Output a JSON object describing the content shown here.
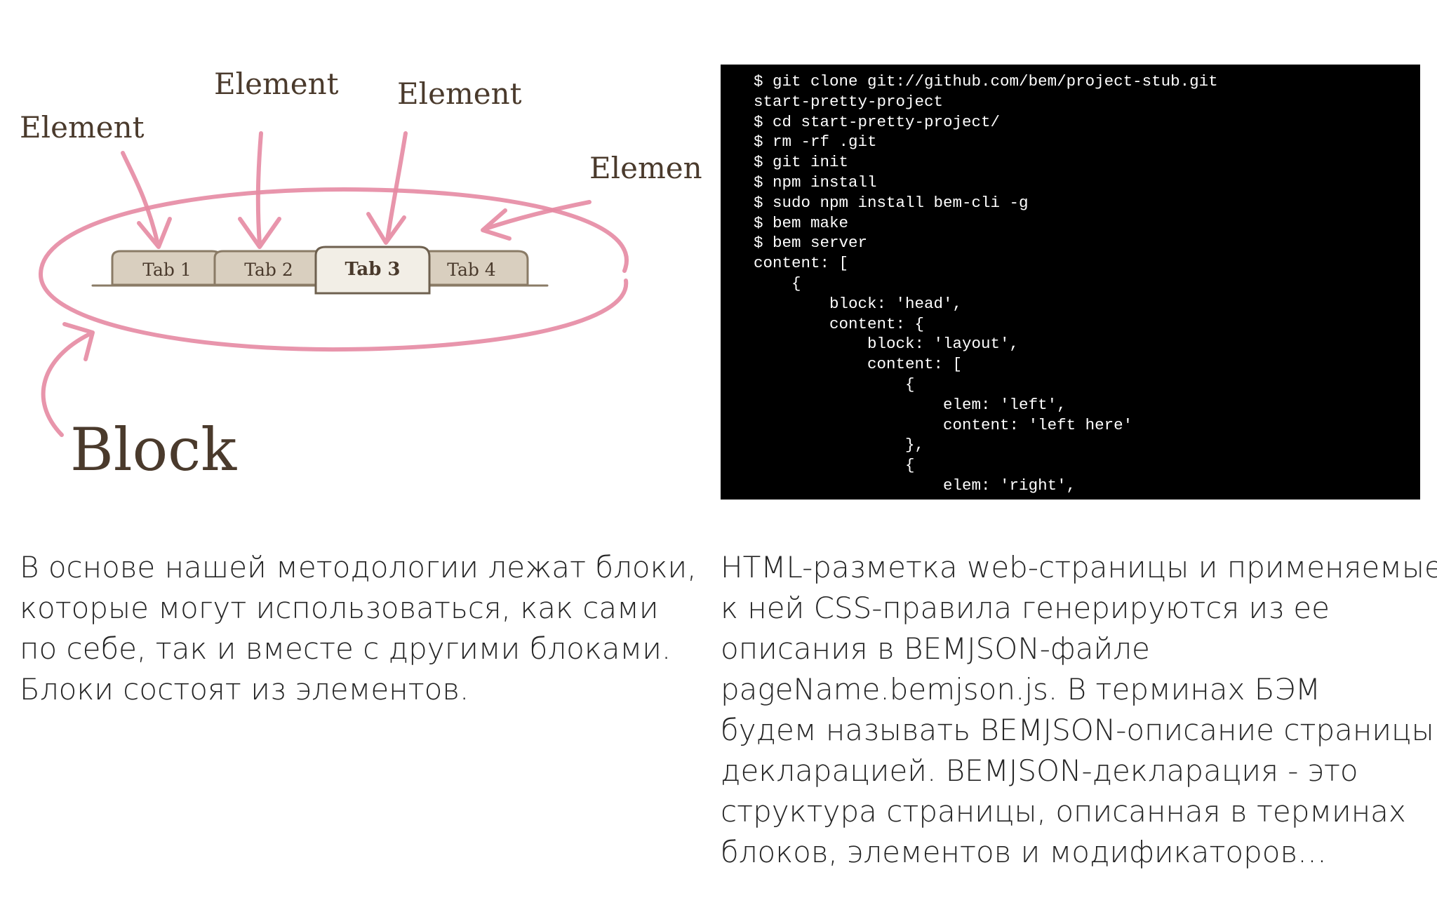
{
  "illustration": {
    "element_labels": [
      "Element",
      "Element",
      "Element",
      "Element"
    ],
    "block_label": "Block",
    "tabs": [
      "Tab 1",
      "Tab 2",
      "Tab 3",
      "Tab 4"
    ],
    "active_tab": "Tab 3",
    "colors": {
      "ellipse": "#e68aa3",
      "label": "#4a3a2c",
      "tab_fill": "#d9cfbf",
      "tab_active_fill": "#f2eee6",
      "tab_stroke": "#8a7b66"
    }
  },
  "code": {
    "lines": [
      "$ git clone git://github.com/bem/project-stub.git",
      "start-pretty-project",
      "$ cd start-pretty-project/",
      "$ rm -rf .git",
      "$ git init",
      "$ npm install",
      "$ sudo npm install bem-cli -g",
      "$ bem make",
      "$ bem server",
      "content: [",
      "    {",
      "        block: 'head',",
      "        content: {",
      "            block: 'layout',",
      "            content: [",
      "                {",
      "                    elem: 'left',",
      "                    content: 'left here'",
      "                },",
      "                {",
      "                    elem: 'right',"
    ]
  },
  "captions": {
    "left": [
      "В основе нашей методологии лежат блоки,",
      "которые могут использоваться, как сами",
      "по себе, так и вместе с другими блоками.",
      "Блоки состоят из элементов."
    ],
    "right": [
      "HTML-разметка web-страницы и применяемые",
      "к ней CSS-правила генерируются из ее",
      "описания в BEMJSON-файле",
      "pageName.bemjson.js. В терминах БЭМ",
      "будем называть BEMJSON-описание страницы",
      "декларацией. BEMJSON-декларация - это",
      "структура страницы, описанная в терминах",
      "блоков, элементов и модификаторов…"
    ]
  }
}
